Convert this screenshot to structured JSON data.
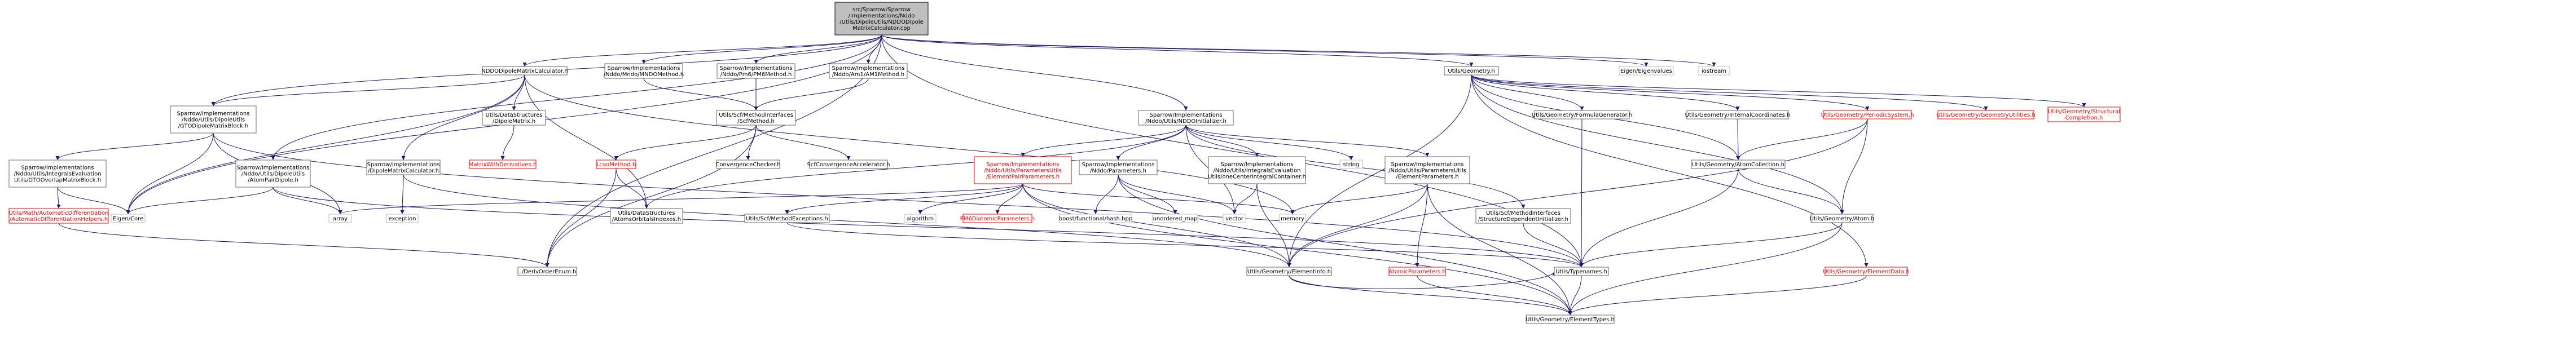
{
  "nodes": [
    {
      "id": "root",
      "lines": [
        "src/Sparrow/Sparrow",
        "/Implementations/Nddo",
        "/Utils/DipoleUtils/NDDODipole",
        "MatrixCalculator.cpp"
      ],
      "kind": "root"
    },
    {
      "id": "nddocalc",
      "lines": [
        "NDDODipoleMatrixCalculator.h"
      ],
      "kind": "normal"
    },
    {
      "id": "mndo",
      "lines": [
        "Sparrow/Implementations",
        "/Nddo/Mndo/MNDOMethod.h"
      ],
      "kind": "normal"
    },
    {
      "id": "pm6",
      "lines": [
        "Sparrow/Implementations",
        "/Nddo/Pm6/PM6Method.h"
      ],
      "kind": "normal"
    },
    {
      "id": "am1",
      "lines": [
        "Sparrow/Implementations",
        "/Nddo/Am1/AM1Method.h"
      ],
      "kind": "normal"
    },
    {
      "id": "nddoinit",
      "lines": [
        "Sparrow/Implementations",
        "/Nddo/Utils/NDDOInitializer.h"
      ],
      "kind": "normal"
    },
    {
      "id": "geometry",
      "lines": [
        "Utils/Geometry.h"
      ],
      "kind": "normal"
    },
    {
      "id": "eigenvalues",
      "lines": [
        "Eigen/Eigenvalues"
      ],
      "kind": "ext"
    },
    {
      "id": "iostream",
      "lines": [
        "iostream"
      ],
      "kind": "ext"
    },
    {
      "id": "gtoblock",
      "lines": [
        "Sparrow/Implementations",
        "/Nddo/Utils/DipoleUtils",
        "/GTODipoleMatrixBlock.h"
      ],
      "kind": "normal"
    },
    {
      "id": "dipolematrix",
      "lines": [
        "Utils/DataStructures",
        "/DipoleMatrix.h"
      ],
      "kind": "normal"
    },
    {
      "id": "dipolecalc",
      "lines": [
        "Sparrow/Implementations",
        "/DipoleMatrixCalculator.h"
      ],
      "kind": "normal"
    },
    {
      "id": "atompair",
      "lines": [
        "Sparrow/Implementations",
        "/Nddo/Utils/DipoleUtils",
        "/AtomPairDipole.h"
      ],
      "kind": "normal"
    },
    {
      "id": "scfmethod",
      "lines": [
        "Utils/Scf/MethodInterfaces",
        "/ScfMethod.h"
      ],
      "kind": "normal"
    },
    {
      "id": "gtooverlap",
      "lines": [
        "Sparrow/Implementations",
        "/Nddo/Utils/IntegralsEvaluation",
        "Utils/GTOOverlapMatrixBlock.h"
      ],
      "kind": "normal"
    },
    {
      "id": "matrixderiv",
      "lines": [
        "MatrixWithDerivatives.h"
      ],
      "kind": "red"
    },
    {
      "id": "lcao",
      "lines": [
        "LcaoMethod.h"
      ],
      "kind": "red"
    },
    {
      "id": "convchecker",
      "lines": [
        "ConvergenceChecker.h"
      ],
      "kind": "normal"
    },
    {
      "id": "scfaccel",
      "lines": [
        "ScfConvergenceAccelerator.h"
      ],
      "kind": "normal"
    },
    {
      "id": "elempair",
      "lines": [
        "Sparrow/Implementations",
        "/Nddo/Utils/ParametersUtils",
        "/ElementPairParameters.h"
      ],
      "kind": "red"
    },
    {
      "id": "nddoparams",
      "lines": [
        "Sparrow/Implementations",
        "/Nddo/Parameters.h"
      ],
      "kind": "normal"
    },
    {
      "id": "oneint",
      "lines": [
        "Sparrow/Implementations",
        "/Nddo/Utils/IntegralsEvaluation",
        "Utils/oneCenterIntegralContainer.h"
      ],
      "kind": "normal"
    },
    {
      "id": "string",
      "lines": [
        "string"
      ],
      "kind": "ext"
    },
    {
      "id": "elemparams",
      "lines": [
        "Sparrow/Implementations",
        "/Nddo/Utils/ParametersUtils",
        "/ElementParameters.h"
      ],
      "kind": "normal"
    },
    {
      "id": "structdep",
      "lines": [
        "Utils/Scf/MethodInterfaces",
        "/StructureDependentInitializer.h"
      ],
      "kind": "normal"
    },
    {
      "id": "formulagen",
      "lines": [
        "Utils/Geometry/FormulaGenerator.h"
      ],
      "kind": "normal"
    },
    {
      "id": "internalcoords",
      "lines": [
        "Utils/Geometry/InternalCoordinates.h"
      ],
      "kind": "normal"
    },
    {
      "id": "periodic",
      "lines": [
        "Utils/Geometry/PeriodicSystem.h"
      ],
      "kind": "red"
    },
    {
      "id": "geomutil",
      "lines": [
        "Utils/Geometry/GeometryUtilities.h"
      ],
      "kind": "red"
    },
    {
      "id": "structcompl",
      "lines": [
        "Utils/Geometry/Structural",
        "Completion.h"
      ],
      "kind": "red"
    },
    {
      "id": "eigencore",
      "lines": [
        "Eigen/Core"
      ],
      "kind": "ext"
    },
    {
      "id": "autodiff",
      "lines": [
        "Utils/Math/AutomaticDifferentiation",
        "/AutomaticDifferentiationHelpers.h"
      ],
      "kind": "red"
    },
    {
      "id": "array",
      "lines": [
        "array"
      ],
      "kind": "ext"
    },
    {
      "id": "exception",
      "lines": [
        "exception"
      ],
      "kind": "ext"
    },
    {
      "id": "derivorder",
      "lines": [
        "../DerivOrderEnum.h"
      ],
      "kind": "normal"
    },
    {
      "id": "atomsorbitals",
      "lines": [
        "Utils/DataStructures",
        "/AtomsOrbitalsIndexes.h"
      ],
      "kind": "normal"
    },
    {
      "id": "scfexceptions",
      "lines": [
        "Utils/Scf/MethodExceptions.h"
      ],
      "kind": "normal"
    },
    {
      "id": "algorithm",
      "lines": [
        "algorithm"
      ],
      "kind": "ext"
    },
    {
      "id": "pm6diatomic",
      "lines": [
        "PM6DiatomicParameters.h"
      ],
      "kind": "red"
    },
    {
      "id": "boosthash",
      "lines": [
        "boost/functional/hash.hpp"
      ],
      "kind": "ext"
    },
    {
      "id": "unorderedmap",
      "lines": [
        "unordered_map"
      ],
      "kind": "ext"
    },
    {
      "id": "vector",
      "lines": [
        "vector"
      ],
      "kind": "ext"
    },
    {
      "id": "memory",
      "lines": [
        "memory"
      ],
      "kind": "ext"
    },
    {
      "id": "atomcoll",
      "lines": [
        "Utils/Geometry/AtomCollection.h"
      ],
      "kind": "normal"
    },
    {
      "id": "atom",
      "lines": [
        "Utils/Geometry/Atom.h"
      ],
      "kind": "normal"
    },
    {
      "id": "eleminfo",
      "lines": [
        "Utils/Geometry/ElementInfo.h"
      ],
      "kind": "normal"
    },
    {
      "id": "atomicparams",
      "lines": [
        "AtomicParameters.h"
      ],
      "kind": "red"
    },
    {
      "id": "typenames",
      "lines": [
        "Utils/Typenames.h"
      ],
      "kind": "normal"
    },
    {
      "id": "elemdata",
      "lines": [
        "Utils/Geometry/ElementData.h"
      ],
      "kind": "red"
    },
    {
      "id": "elemtypes",
      "lines": [
        "Utils/Geometry/ElementTypes.h"
      ],
      "kind": "normal"
    }
  ],
  "edges": [
    [
      "root",
      "nddocalc"
    ],
    [
      "root",
      "mndo"
    ],
    [
      "root",
      "pm6"
    ],
    [
      "root",
      "am1"
    ],
    [
      "root",
      "nddoinit"
    ],
    [
      "root",
      "geometry"
    ],
    [
      "root",
      "eigenvalues"
    ],
    [
      "root",
      "iostream"
    ],
    [
      "root",
      "gtoblock"
    ],
    [
      "root",
      "atompair"
    ],
    [
      "root",
      "eigencore"
    ],
    [
      "root",
      "typenames"
    ],
    [
      "root",
      "derivorder"
    ],
    [
      "nddocalc",
      "gtoblock"
    ],
    [
      "nddocalc",
      "dipolematrix"
    ],
    [
      "nddocalc",
      "dipolecalc"
    ],
    [
      "nddocalc",
      "eigencore"
    ],
    [
      "nddocalc",
      "memory"
    ],
    [
      "nddocalc",
      "atomsorbitals"
    ],
    [
      "mndo",
      "scfmethod"
    ],
    [
      "pm6",
      "scfmethod"
    ],
    [
      "am1",
      "scfmethod"
    ],
    [
      "gtoblock",
      "gtooverlap"
    ],
    [
      "gtoblock",
      "eigencore"
    ],
    [
      "gtoblock",
      "array"
    ],
    [
      "gtoblock",
      "typenames"
    ],
    [
      "dipolematrix",
      "matrixderiv"
    ],
    [
      "dipolecalc",
      "exception"
    ],
    [
      "dipolecalc",
      "eleminfo"
    ],
    [
      "atompair",
      "eigencore"
    ],
    [
      "atompair",
      "array"
    ],
    [
      "atompair",
      "typenames"
    ],
    [
      "scfmethod",
      "lcao"
    ],
    [
      "scfmethod",
      "convchecker"
    ],
    [
      "scfmethod",
      "scfaccel"
    ],
    [
      "scfmethod",
      "derivorder"
    ],
    [
      "gtooverlap",
      "eigencore"
    ],
    [
      "gtooverlap",
      "autodiff"
    ],
    [
      "autodiff",
      "derivorder"
    ],
    [
      "lcao",
      "derivorder"
    ],
    [
      "lcao",
      "atomsorbitals"
    ],
    [
      "nddoinit",
      "elempair"
    ],
    [
      "nddoinit",
      "nddoparams"
    ],
    [
      "nddoinit",
      "oneint"
    ],
    [
      "nddoinit",
      "string"
    ],
    [
      "nddoinit",
      "elemparams"
    ],
    [
      "nddoinit",
      "structdep"
    ],
    [
      "nddoinit",
      "atomsorbitals"
    ],
    [
      "nddoinit",
      "vector"
    ],
    [
      "elempair",
      "array"
    ],
    [
      "elempair",
      "algorithm"
    ],
    [
      "elempair",
      "pm6diatomic"
    ],
    [
      "elempair",
      "memory"
    ],
    [
      "elempair",
      "scfexceptions"
    ],
    [
      "elempair",
      "eleminfo"
    ],
    [
      "elempair",
      "elemtypes"
    ],
    [
      "nddoparams",
      "boosthash"
    ],
    [
      "nddoparams",
      "unorderedmap"
    ],
    [
      "nddoparams",
      "vector"
    ],
    [
      "nddoparams",
      "elemtypes"
    ],
    [
      "oneint",
      "vector"
    ],
    [
      "oneint",
      "eleminfo"
    ],
    [
      "elemparams",
      "memory"
    ],
    [
      "elemparams",
      "atomicparams"
    ],
    [
      "elemparams",
      "eleminfo"
    ],
    [
      "elemparams",
      "elemtypes"
    ],
    [
      "structdep",
      "typenames"
    ],
    [
      "scfexceptions",
      "typenames"
    ],
    [
      "geometry",
      "formulagen"
    ],
    [
      "geometry",
      "internalcoords"
    ],
    [
      "geometry",
      "periodic"
    ],
    [
      "geometry",
      "geomutil"
    ],
    [
      "geometry",
      "structcompl"
    ],
    [
      "geometry",
      "atomcoll"
    ],
    [
      "geometry",
      "atom"
    ],
    [
      "geometry",
      "eleminfo"
    ],
    [
      "geometry",
      "elemdata"
    ],
    [
      "formulagen",
      "typenames"
    ],
    [
      "internalcoords",
      "atomcoll"
    ],
    [
      "periodic",
      "atomcoll"
    ],
    [
      "periodic",
      "atom"
    ],
    [
      "periodic",
      "eleminfo"
    ],
    [
      "atomcoll",
      "atom"
    ],
    [
      "atomcoll",
      "typenames"
    ],
    [
      "atom",
      "typenames"
    ],
    [
      "atom",
      "elemtypes"
    ],
    [
      "eleminfo",
      "typenames"
    ],
    [
      "eleminfo",
      "elemtypes"
    ],
    [
      "atomicparams",
      "elemtypes"
    ],
    [
      "typenames",
      "elemtypes"
    ],
    [
      "elemdata",
      "elemtypes"
    ]
  ]
}
